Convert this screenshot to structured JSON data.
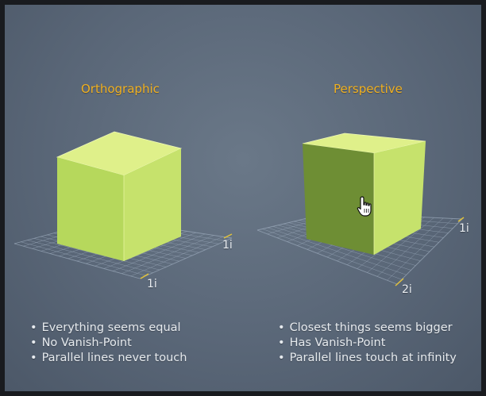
{
  "orthographic": {
    "title": "Orthographic",
    "axis_labels": [
      "1i",
      "1i"
    ],
    "bullets": [
      "Everything seems equal",
      "No Vanish-Point",
      "Parallel lines never touch"
    ]
  },
  "perspective": {
    "title": "Perspective",
    "axis_labels": [
      "1i",
      "2i"
    ],
    "bullets": [
      "Closest things seems bigger",
      "Has Vanish-Point",
      "Parallel lines touch at infinity"
    ]
  },
  "cursor": {
    "icon": "hand-pointer-icon"
  },
  "colors": {
    "title": "#f0b020",
    "cube_top": "#dff08a",
    "cube_left": "#b4d65a",
    "cube_right": "#c4e06a",
    "cube_front_dark": "#6d8c32",
    "grid": "#9aa8ba",
    "axis_marker": "#e2c23a"
  }
}
